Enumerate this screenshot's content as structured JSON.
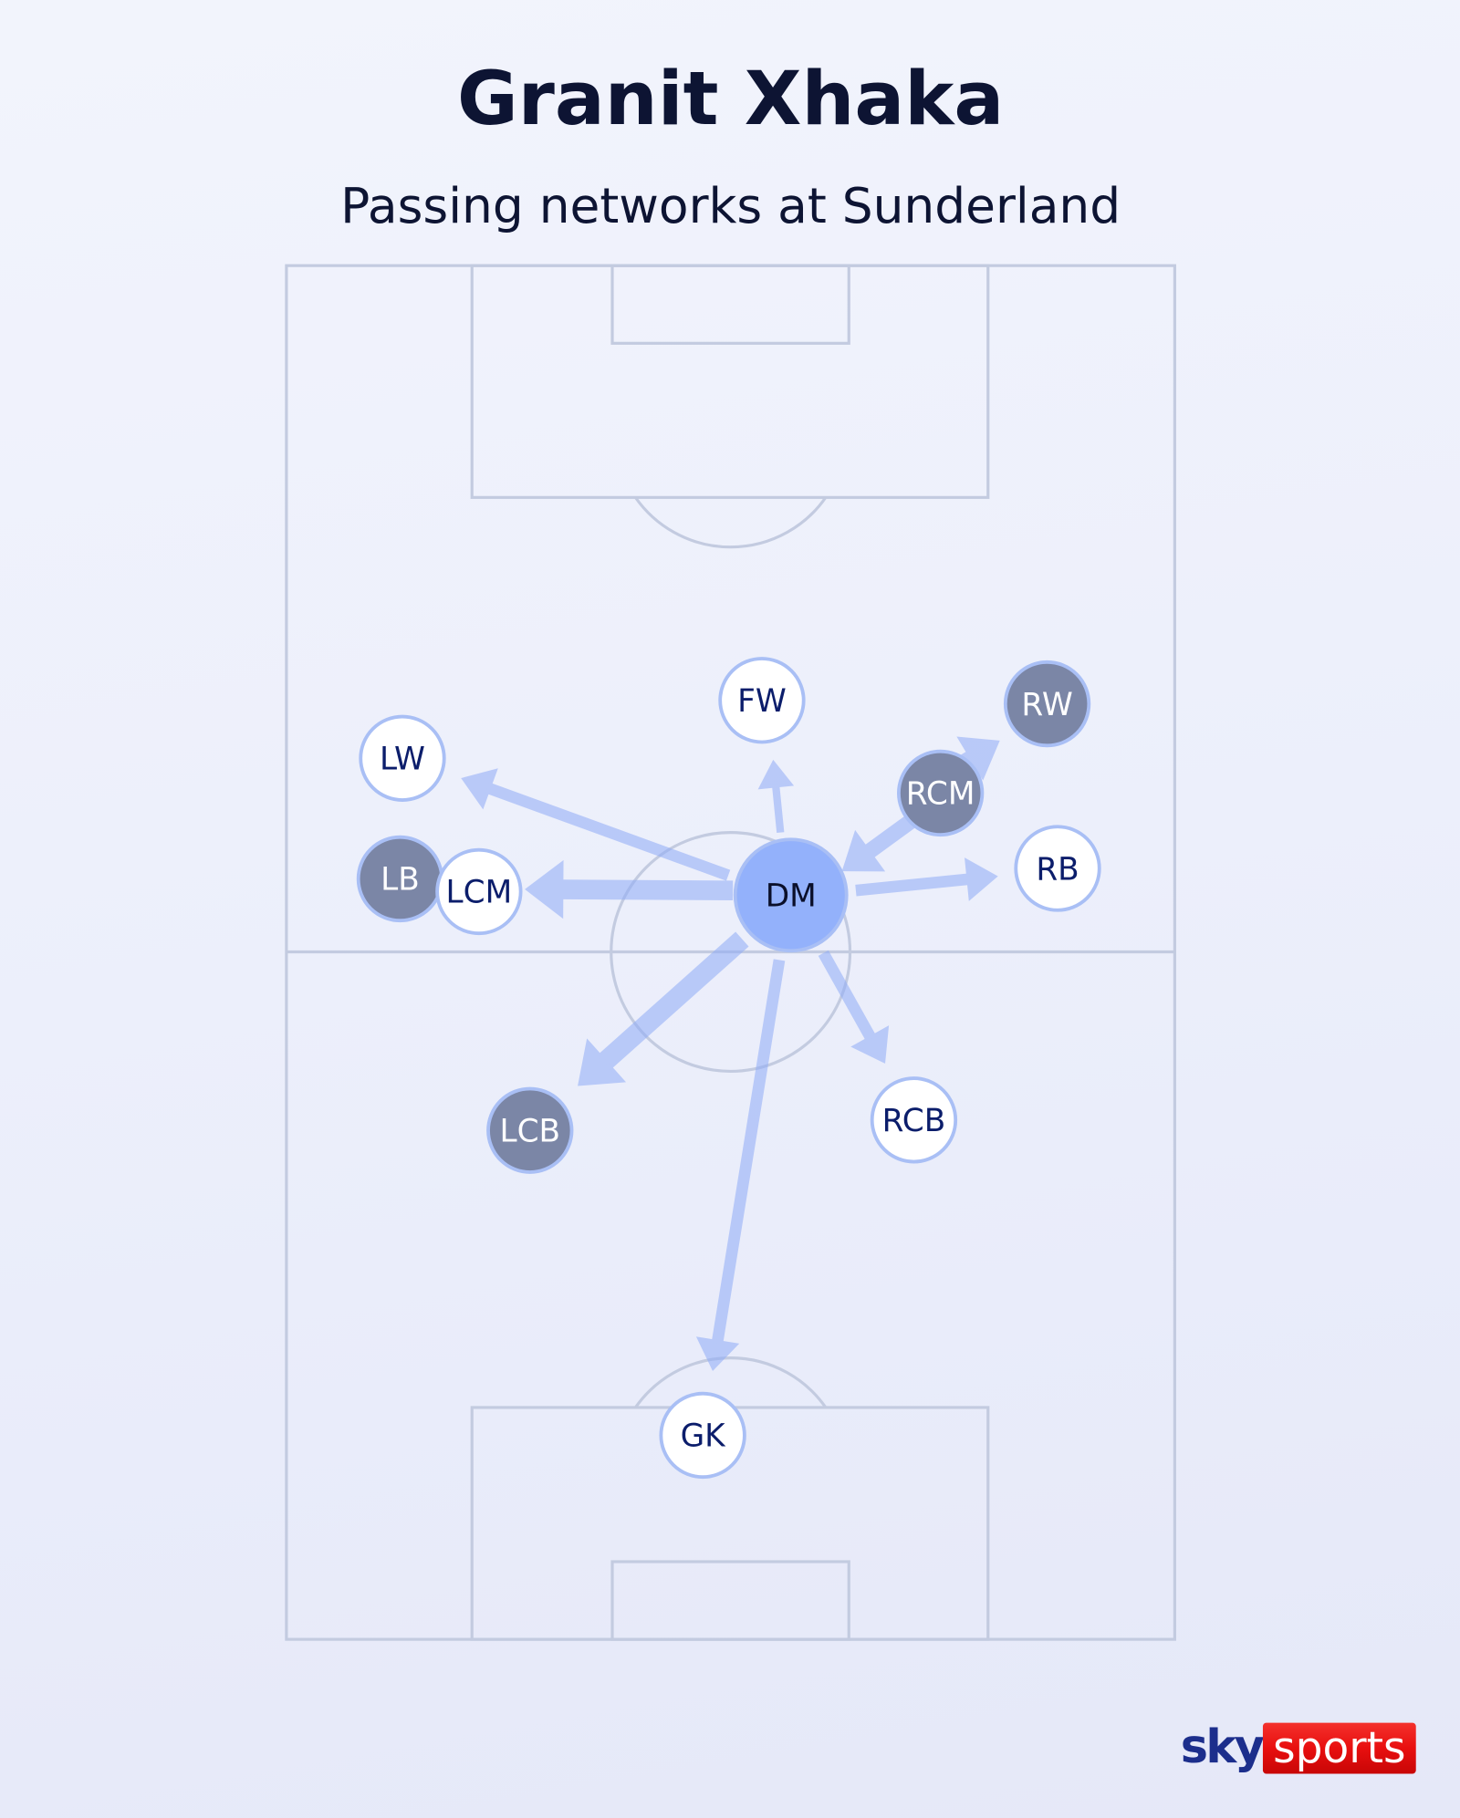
{
  "header": {
    "title": "Granit Xhaka",
    "subtitle": "Passing networks at Sunderland"
  },
  "colors": {
    "focus_player": "#93b1fb",
    "highlight_player": "#7b86a6",
    "other_player_fill": "#ffffff",
    "player_outline": "#a9bff5",
    "label_dark": "#0b1d6b",
    "pass_arrow": "#8fabf7",
    "pitch_lines": "#c3cbe0"
  },
  "players": [
    {
      "id": "FW",
      "label": "FW",
      "style": "plain"
    },
    {
      "id": "RW",
      "label": "RW",
      "style": "highlight"
    },
    {
      "id": "LW",
      "label": "LW",
      "style": "plain"
    },
    {
      "id": "RCM",
      "label": "RCM",
      "style": "highlight"
    },
    {
      "id": "RB",
      "label": "RB",
      "style": "plain"
    },
    {
      "id": "LB",
      "label": "LB",
      "style": "highlight"
    },
    {
      "id": "LCM",
      "label": "LCM",
      "style": "plain"
    },
    {
      "id": "DM",
      "label": "DM",
      "style": "focus"
    },
    {
      "id": "LCB",
      "label": "LCB",
      "style": "highlight"
    },
    {
      "id": "RCB",
      "label": "RCB",
      "style": "plain"
    },
    {
      "id": "GK",
      "label": "GK",
      "style": "plain"
    }
  ],
  "passes": [
    {
      "from": "DM",
      "to": "LW",
      "weight": 2
    },
    {
      "from": "DM",
      "to": "LCM",
      "weight": 4
    },
    {
      "from": "DM",
      "to": "FW",
      "weight": 1
    },
    {
      "from": "RCM",
      "to": "DM",
      "weight": 3
    },
    {
      "from": "RCM",
      "to": "RW",
      "weight": 3
    },
    {
      "from": "DM",
      "to": "RB",
      "weight": 2
    },
    {
      "from": "DM",
      "to": "LCB",
      "weight": 4
    },
    {
      "from": "DM",
      "to": "RCB",
      "weight": 2
    },
    {
      "from": "DM",
      "to": "GK",
      "weight": 2
    }
  ],
  "logo": {
    "sky": "sky",
    "sports": "sports"
  }
}
